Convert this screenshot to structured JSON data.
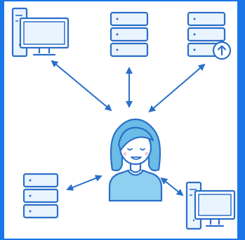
{
  "colors": {
    "border": "#1976e8",
    "canvas": "#ffffff",
    "stroke": "#2a6fc9",
    "fill_light": "#eaf4ff",
    "person_fill": "#8fd0f0",
    "person_hair": "#6bbce6"
  },
  "diagram": {
    "center": {
      "name": "user-icon"
    },
    "nodes": [
      {
        "name": "desktop-computer-icon",
        "connection": "bidirectional"
      },
      {
        "name": "server-icon",
        "connection": "bidirectional"
      },
      {
        "name": "server-upload-icon",
        "connection": "bidirectional"
      },
      {
        "name": "server-icon",
        "connection": "bidirectional"
      },
      {
        "name": "desktop-computer-icon",
        "connection": "bidirectional"
      }
    ]
  }
}
